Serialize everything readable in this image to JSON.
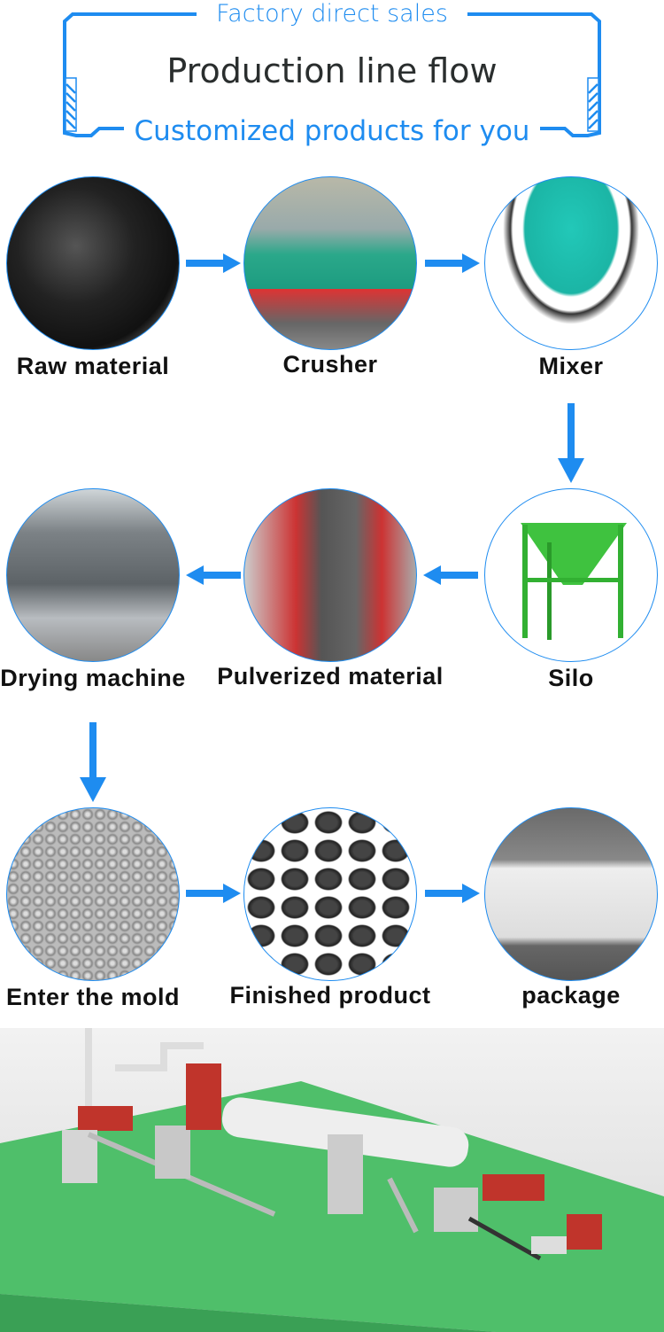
{
  "header": {
    "tagline_top": "Factory direct sales",
    "title": "Production line flow",
    "tagline_bottom": "Customized products for you",
    "accent_color": "#1e8cf0"
  },
  "steps": [
    {
      "label": "Raw material"
    },
    {
      "label": "Crusher"
    },
    {
      "label": "Mixer"
    },
    {
      "label": "Silo"
    },
    {
      "label": "Pulverized material"
    },
    {
      "label": "Drying machine"
    },
    {
      "label": "Enter the mold"
    },
    {
      "label": "Finished product"
    },
    {
      "label": "package"
    }
  ]
}
